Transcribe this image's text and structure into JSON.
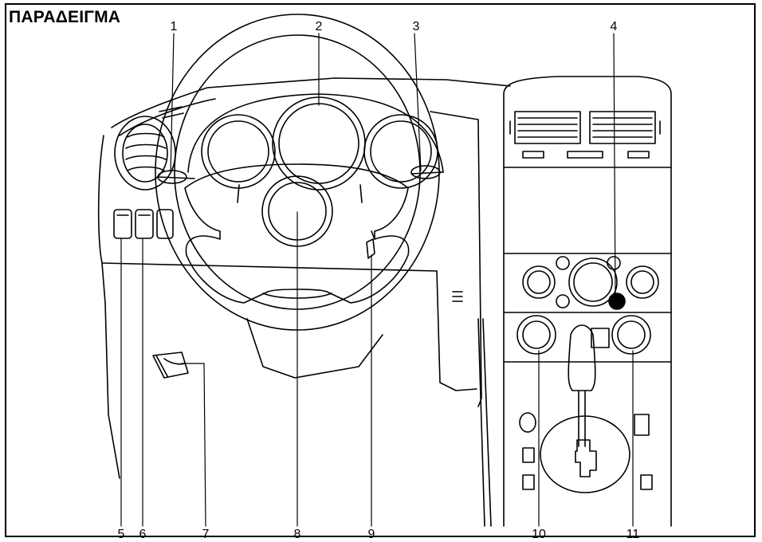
{
  "title": "ΠΑΡΑΔΕΙΓΜΑ",
  "callouts": {
    "c1": "1",
    "c2": "2",
    "c3": "3",
    "c4": "4",
    "c5": "5",
    "c6": "6",
    "c7": "7",
    "c8": "8",
    "c9": "9",
    "c10": "10",
    "c11": "11"
  },
  "colors": {
    "line": "#000000",
    "background": "#ffffff"
  }
}
